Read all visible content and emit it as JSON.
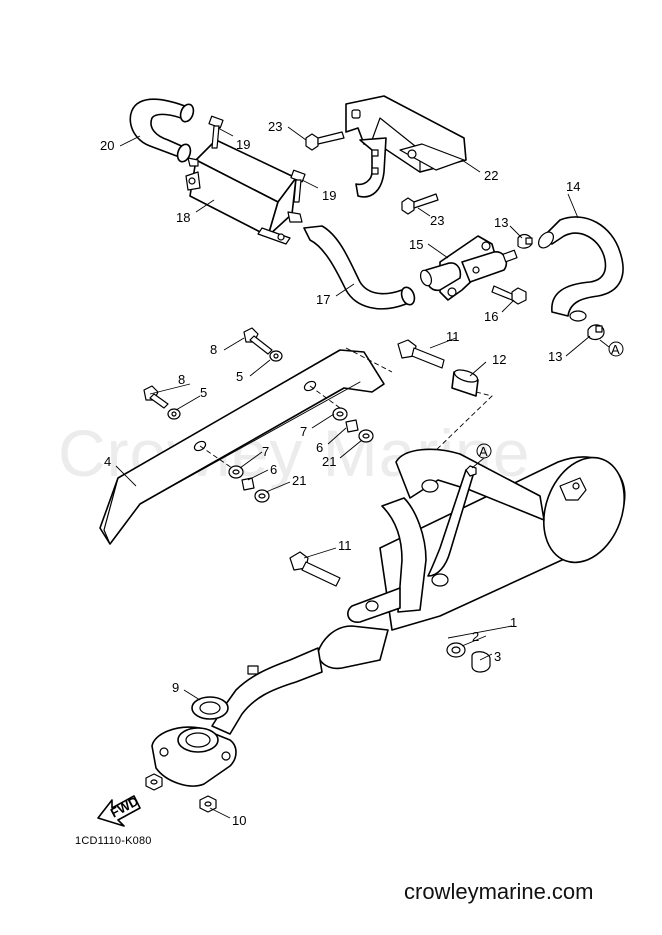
{
  "watermark": "Crowley Marine",
  "drawing_code": "1CD1110-K080",
  "footer": "crowleymarine.com",
  "fwd_label": "FWD",
  "ref_mark": "A",
  "callouts": {
    "c1": "1",
    "c2": "2",
    "c3": "3",
    "c4": "4",
    "c5a": "5",
    "c5b": "5",
    "c6a": "6",
    "c6b": "6",
    "c7a": "7",
    "c7b": "7",
    "c8a": "8",
    "c8b": "8",
    "c9": "9",
    "c10": "10",
    "c11a": "11",
    "c11b": "11",
    "c12": "12",
    "c13a": "13",
    "c13b": "13",
    "c14": "14",
    "c15": "15",
    "c16": "16",
    "c17": "17",
    "c18": "18",
    "c19a": "19",
    "c19b": "19",
    "c20": "20",
    "c21a": "21",
    "c21b": "21",
    "c22": "22",
    "c23a": "23",
    "c23b": "23"
  }
}
